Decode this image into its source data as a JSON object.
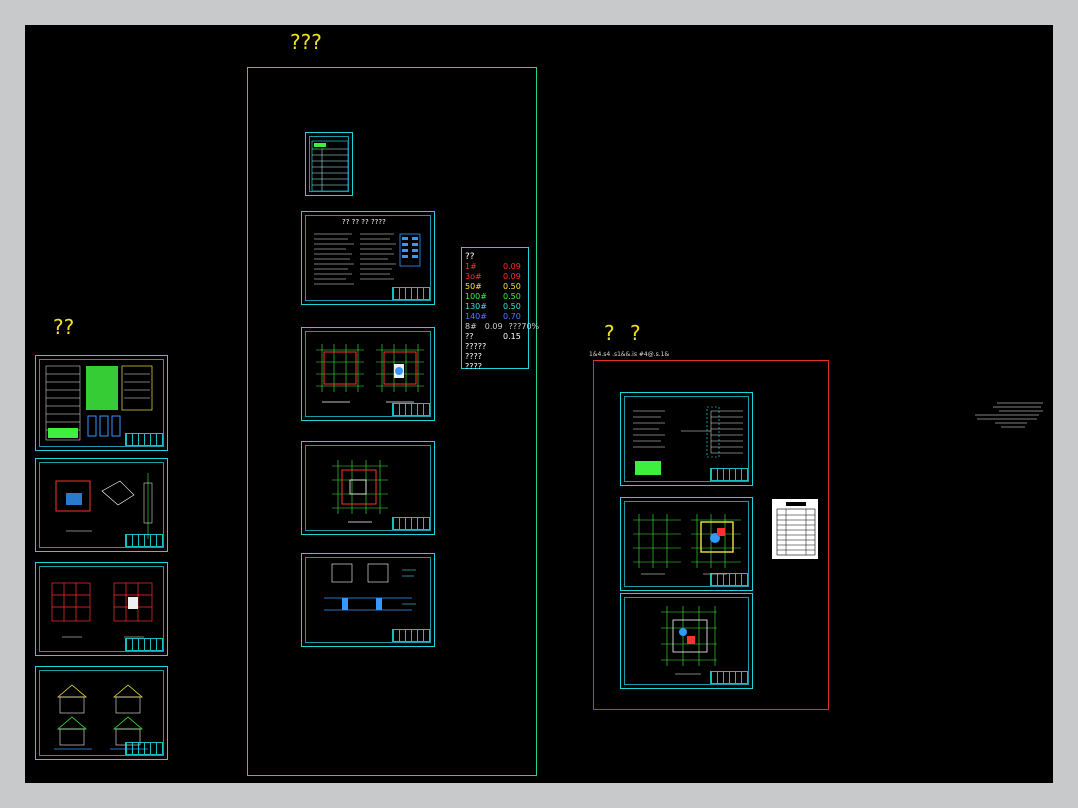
{
  "labels": {
    "center_top": "???",
    "left_group": "??",
    "right_q1": "?",
    "right_q2": "?",
    "right_caption": "1&4.s4  .s1&&.is  #4@.s.1&"
  },
  "legend": {
    "title": "??",
    "rows": [
      {
        "k": "1#",
        "v": "0.09",
        "color": "#ff3030"
      },
      {
        "k": "3o#",
        "v": "0.09",
        "color": "#ff3030"
      },
      {
        "k": "50#",
        "v": "0.50",
        "color": "#f2e43a"
      },
      {
        "k": "100#",
        "v": "0.50",
        "color": "#3ef03e"
      },
      {
        "k": "130#",
        "v": "0.50",
        "color": "#3ae0e0"
      },
      {
        "k": "140#",
        "v": "0.70",
        "color": "#4a7cff"
      },
      {
        "k": "8#",
        "v": "0.09",
        "color": "#cfcfcf",
        "extra": "???70%"
      },
      {
        "k": "??",
        "v": "0.15",
        "color": "#ffffff"
      },
      {
        "k": "?????",
        "v": "",
        "color": "#ffffff"
      },
      {
        "k": "????",
        "v": "",
        "color": "#ffffff"
      },
      {
        "k": "????",
        "v": "",
        "color": "#ffffff"
      }
    ]
  },
  "sheet_titles": {
    "design_notes": "?? ??  ?? ????"
  },
  "colors": {
    "sheet_border": "#1fd3e0",
    "green_frame": "#22d38a",
    "red_frame": "#e0302a",
    "label": "#f5e21a"
  }
}
